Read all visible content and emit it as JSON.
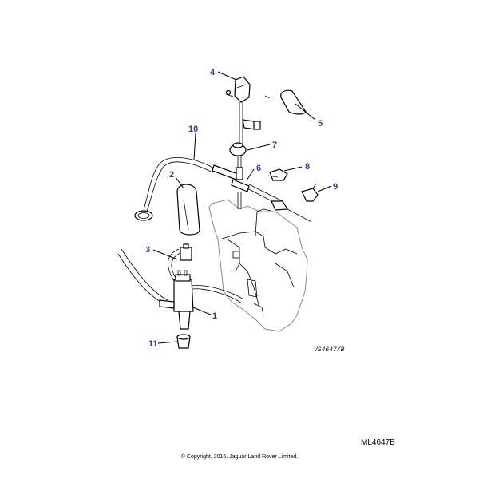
{
  "diagram": {
    "callouts": [
      "1",
      "2",
      "3",
      "4",
      "5",
      "6",
      "7",
      "8",
      "9",
      "10",
      "11"
    ],
    "view_code": "VS4647/B",
    "drawing_number": "ML4647B",
    "copyright": "© Copyright, 2016. Jaguar Land Rover Limited.",
    "callout_color": "#1f3fb5"
  }
}
